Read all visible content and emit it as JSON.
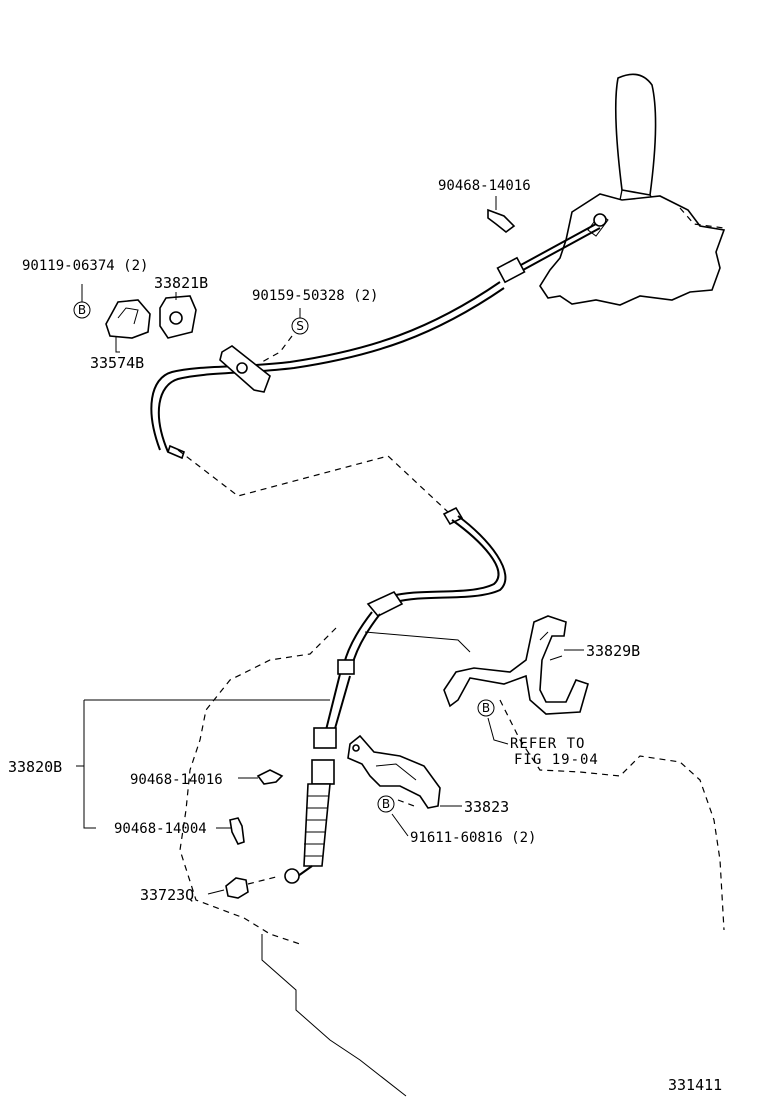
{
  "labels": {
    "p90468_14016_top": "90468-14016",
    "p90119_06374": "90119-06374 (2)",
    "p33821B": "33821B",
    "p90159_50328": "90159-50328 (2)",
    "p33574B": "33574B",
    "p33829B": "33829B",
    "p33820B": "33820B",
    "refer_line1": "REFER TO",
    "refer_line2": "FIG 19-04",
    "p90468_14016_mid": "90468-14016",
    "p33823": "33823",
    "p90468_14004": "90468-14004",
    "p91611_60816": "91611-60816 (2)",
    "p33723Q": "33723Q",
    "figure_number": "331411"
  },
  "markers": {
    "b_top": "B",
    "s_mark": "S",
    "b_bracket": "B",
    "b_lower": "B"
  }
}
